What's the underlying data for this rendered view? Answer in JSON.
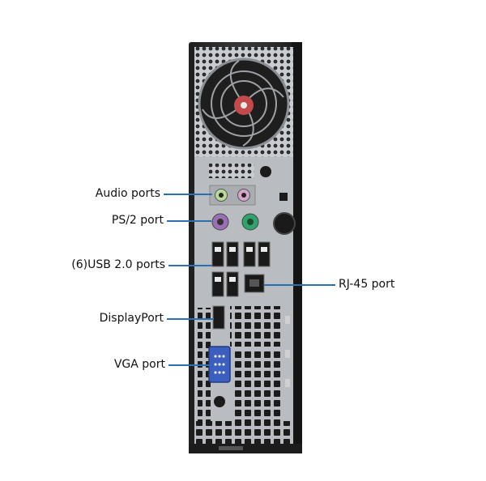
{
  "labels": {
    "audio_ports": "Audio ports",
    "ps2_port": "PS/2 port",
    "usb_ports": "(6)USB 2.0 ports",
    "displayport": "DisplayPort",
    "vga_port": "VGA port",
    "rj45_port": "RJ-45 port"
  },
  "colors": {
    "leader_line": "#2e6fb0",
    "chassis": "#2a2a2a",
    "panel": "#b9bcc0",
    "port_black": "#1a1a1a",
    "audio_green": "#b7d99a",
    "audio_pink": "#d6a6c8",
    "ps2_purple": "#9a6fb5",
    "ps2_green": "#2fa36b",
    "vga_blue": "#3a5fbf",
    "fan_red": "#c34a4a"
  }
}
